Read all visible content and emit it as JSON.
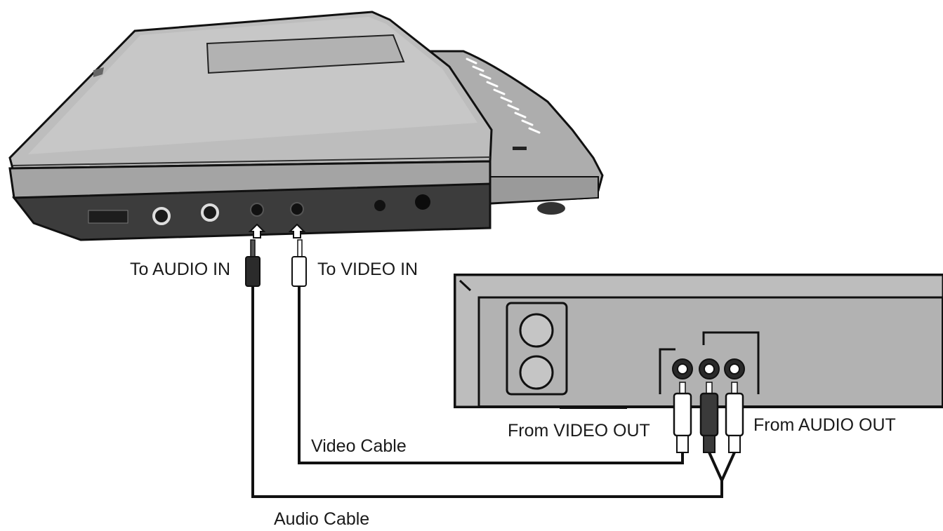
{
  "labels": {
    "to_audio_in": "To AUDIO IN",
    "to_video_in": "To VIDEO IN",
    "from_video_out": "From VIDEO OUT",
    "from_audio_out": "From AUDIO OUT",
    "video_cable": "Video Cable",
    "audio_cable": "Audio Cable"
  },
  "colors": {
    "device_body": "#b9b9b9",
    "device_face": "#3a3a3a",
    "line": "#111111",
    "background": "#ffffff"
  }
}
